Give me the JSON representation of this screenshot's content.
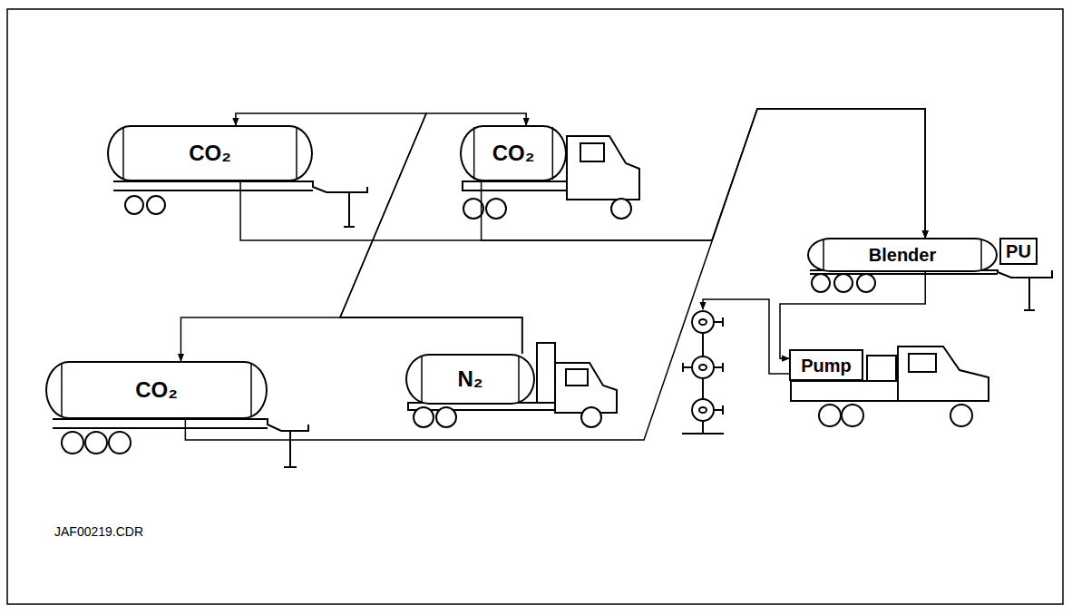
{
  "diagram": {
    "nodes": [
      {
        "text": [
          "CO₂"
        ]
      },
      {
        "text": [
          "CO₂"
        ]
      },
      {
        "text": [
          "Blender"
        ]
      },
      {
        "text": [
          "PU"
        ]
      },
      {
        "text": [
          "CO₂"
        ]
      },
      {
        "text": [
          "N₂"
        ]
      },
      {
        "text": [
          "Pump"
        ]
      }
    ],
    "edges": [
      {
        "from": 5,
        "to": 0,
        "arrow": "to"
      },
      {
        "from": 5,
        "to": 1,
        "arrow": "to"
      },
      {
        "from": 5,
        "to": 4,
        "arrow": "to"
      },
      {
        "from": 0,
        "to": 2,
        "arrow": "to"
      },
      {
        "from": 1,
        "to": 2,
        "arrow": "to"
      },
      {
        "from": 4,
        "to": 2,
        "arrow": "to"
      },
      {
        "from": 2,
        "to": 6,
        "arrow": "to"
      }
    ],
    "labels": [
      "JAF00219.CDR"
    ]
  }
}
